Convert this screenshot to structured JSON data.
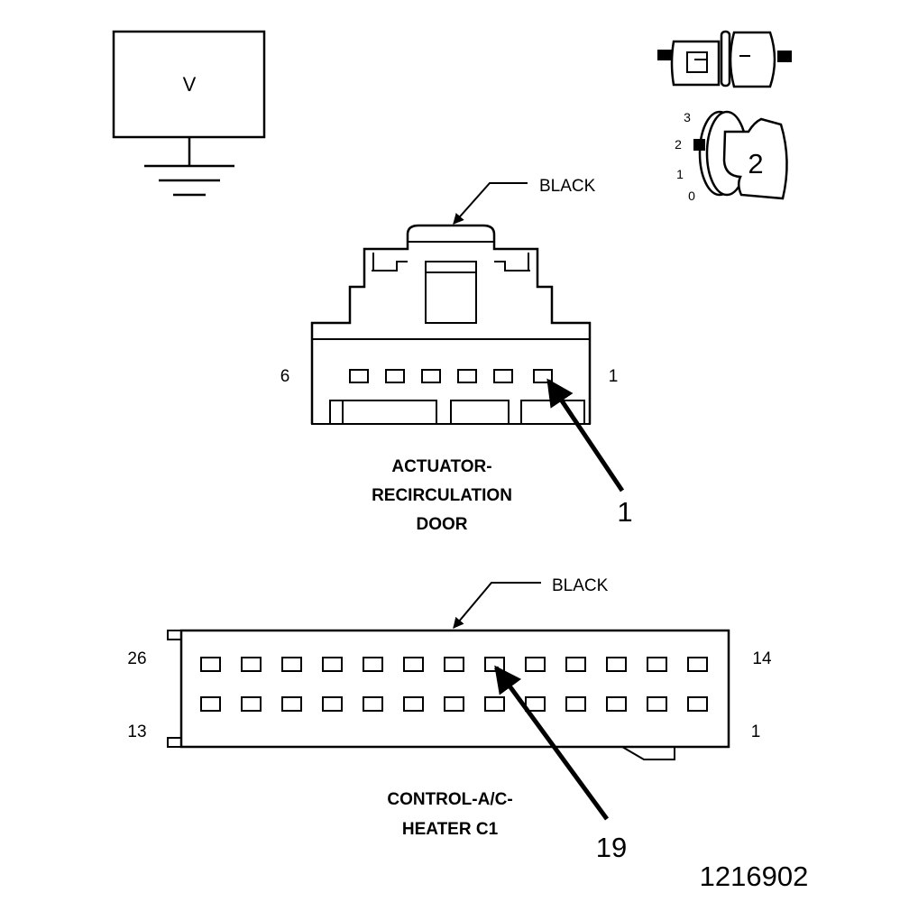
{
  "voltmeter": {
    "symbol": "V"
  },
  "selector": {
    "ranges": [
      "3",
      "2",
      "1",
      "0"
    ],
    "selected": "2"
  },
  "connector_top": {
    "color_label": "BLACK",
    "pin_left": "6",
    "pin_right": "1",
    "name_lines": [
      "ACTUATOR-",
      "RECIRCULATION",
      "DOOR"
    ],
    "callout": "1"
  },
  "connector_bottom": {
    "color_label": "BLACK",
    "pin_top_left": "26",
    "pin_top_right": "14",
    "pin_bottom_left": "13",
    "pin_bottom_right": "1",
    "name_lines": [
      "CONTROL-A/C-",
      "HEATER C1"
    ],
    "callout": "19"
  },
  "figure_number": "1216902"
}
